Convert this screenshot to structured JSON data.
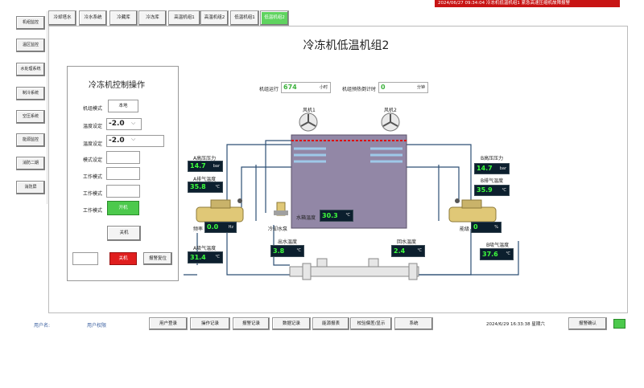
{
  "header": {
    "alarm_text": "2024/06/27  09:34:04  冷冻机低温机组1  紧急高速压缩机故障报警"
  },
  "nav": [
    "机组监控",
    "温区监控",
    "水处理系统",
    "制冷系统",
    "空压系统",
    "能源监控",
    "消防二期",
    "消防屏"
  ],
  "tabs": [
    "冷却塔水",
    "冷水系统",
    "冷藏库",
    "冷冻库",
    "高温机组1",
    "高温机组2",
    "低温机组1",
    "低温机组2"
  ],
  "active_tab_index": 7,
  "page_title": "冷冻机低温机组2",
  "control": {
    "title": "冷冻机控制操作",
    "rows": [
      {
        "label": "机组模式",
        "value": "本地"
      },
      {
        "label": "温度设定",
        "value": "-2.0"
      },
      {
        "label": "温度设定",
        "value": "-2.0"
      },
      {
        "label": "模式设定",
        "value": ""
      },
      {
        "label": "工作模式",
        "value": ""
      },
      {
        "label": "工作模式",
        "value": ""
      },
      {
        "label": "工作模式",
        "value": "开机"
      }
    ],
    "shutdown_label": "关机",
    "stop_label": "关机",
    "reset_label": "报警复位"
  },
  "runtime": {
    "label1": "机组运行",
    "value1": "674",
    "unit1": "小时",
    "label2": "机组预热倒计时",
    "value2": "0",
    "unit2": "分钟"
  },
  "fans": {
    "fan1": "风机1",
    "fan2": "风机2"
  },
  "sensors": {
    "a_high_pressure": {
      "label": "A高压压力",
      "value": "14.7",
      "unit": "bar"
    },
    "a_discharge_temp": {
      "label": "A排气温度",
      "value": "35.8",
      "unit": "℃"
    },
    "a_frequency": {
      "label": "频率",
      "value": "0.0",
      "unit": "Hz"
    },
    "a_suction_temp": {
      "label": "A吸气温度",
      "value": "31.4",
      "unit": "℃"
    },
    "b_high_pressure": {
      "label": "B高压压力",
      "value": "14.7",
      "unit": "bar"
    },
    "b_discharge_temp": {
      "label": "B排气温度",
      "value": "35.9",
      "unit": "℃"
    },
    "b_capacity": {
      "label": "能级",
      "value": "0",
      "unit": "%"
    },
    "b_suction_temp": {
      "label": "B吸气温度",
      "value": "37.6",
      "unit": "℃"
    },
    "tank_temp": {
      "label": "水箱温度",
      "value": "30.3",
      "unit": "℃"
    },
    "outlet_temp": {
      "label": "出水温度",
      "value": "3.8",
      "unit": "℃"
    },
    "return_temp": {
      "label": "回水温度",
      "value": "2.4",
      "unit": "℃"
    }
  },
  "pump_label": "冷却水泵",
  "footer": {
    "user_label": "用户名:",
    "perm_label": "用户权限",
    "buttons": [
      "用户登录",
      "操作记录",
      "报警记录",
      "数据记录",
      "能源报表",
      "校验偏差/显示",
      "系统"
    ],
    "datetime": "2024/6/29   16:33:38   星期六",
    "alarm_confirm": "报警确认"
  },
  "colors": {
    "active_green": "#5fd35f",
    "alarm_red": "#c81414",
    "display_bg": "#0c1f2e",
    "display_text": "#3dff3d"
  }
}
